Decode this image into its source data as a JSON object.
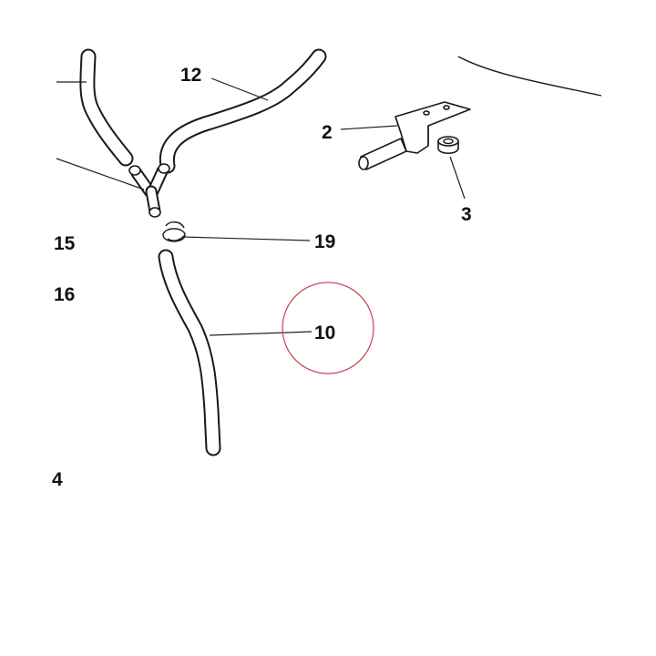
{
  "diagram": {
    "callouts": {
      "c12": "12",
      "c2": "2",
      "c3": "3",
      "c19": "19",
      "c15": "15",
      "c16": "16",
      "c10": "10",
      "c4": "4"
    },
    "highlight_color": "#c8505a"
  }
}
